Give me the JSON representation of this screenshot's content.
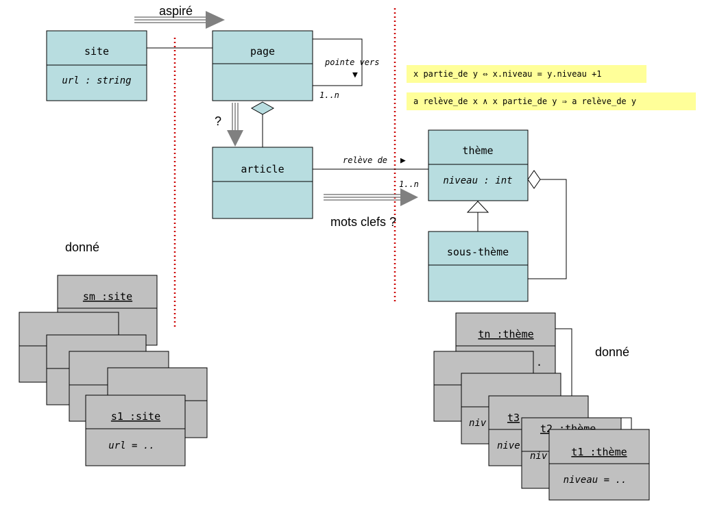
{
  "colors": {
    "class_fill": "#b8dde0",
    "instance_fill": "#c0c0c0",
    "note_fill": "#ffff99",
    "separator": "#cc0000",
    "arrow": "#808080"
  },
  "classes": {
    "site": {
      "name": "site",
      "attr": "url : string"
    },
    "page": {
      "name": "page"
    },
    "article": {
      "name": "article"
    },
    "theme": {
      "name": "thème",
      "attr": "niveau : int"
    },
    "sous_theme": {
      "name": "sous-thème"
    }
  },
  "associations": {
    "pointe_vers": "pointe vers",
    "pointe_vers_arrow": "▼",
    "pointe_vers_mult": "1..n",
    "releve_de": "relève de",
    "releve_de_arrow": "▶",
    "releve_de_mult": "1..n"
  },
  "arrows": {
    "aspire": "aspiré",
    "question": "?",
    "mots_clefs": "mots clefs ?"
  },
  "rules": [
    "x partie_de y ⇔ x.niveau = y.niveau +1",
    "a relève_de x ∧ x partie_de y ⇒ a relève_de y"
  ],
  "left_instances": {
    "label": "donné",
    "first": "sm :site",
    "last": "s1 :site",
    "last_attr": "url = .."
  },
  "right_instances": {
    "label": "donné",
    "first": "tn :thème",
    "third": "t3",
    "second": "t2 :thème",
    "last": "t1 :thème",
    "last_attr": "niveau = ..",
    "partial_attr": "niv",
    "partial_attr2": "nive",
    "dot": "."
  }
}
